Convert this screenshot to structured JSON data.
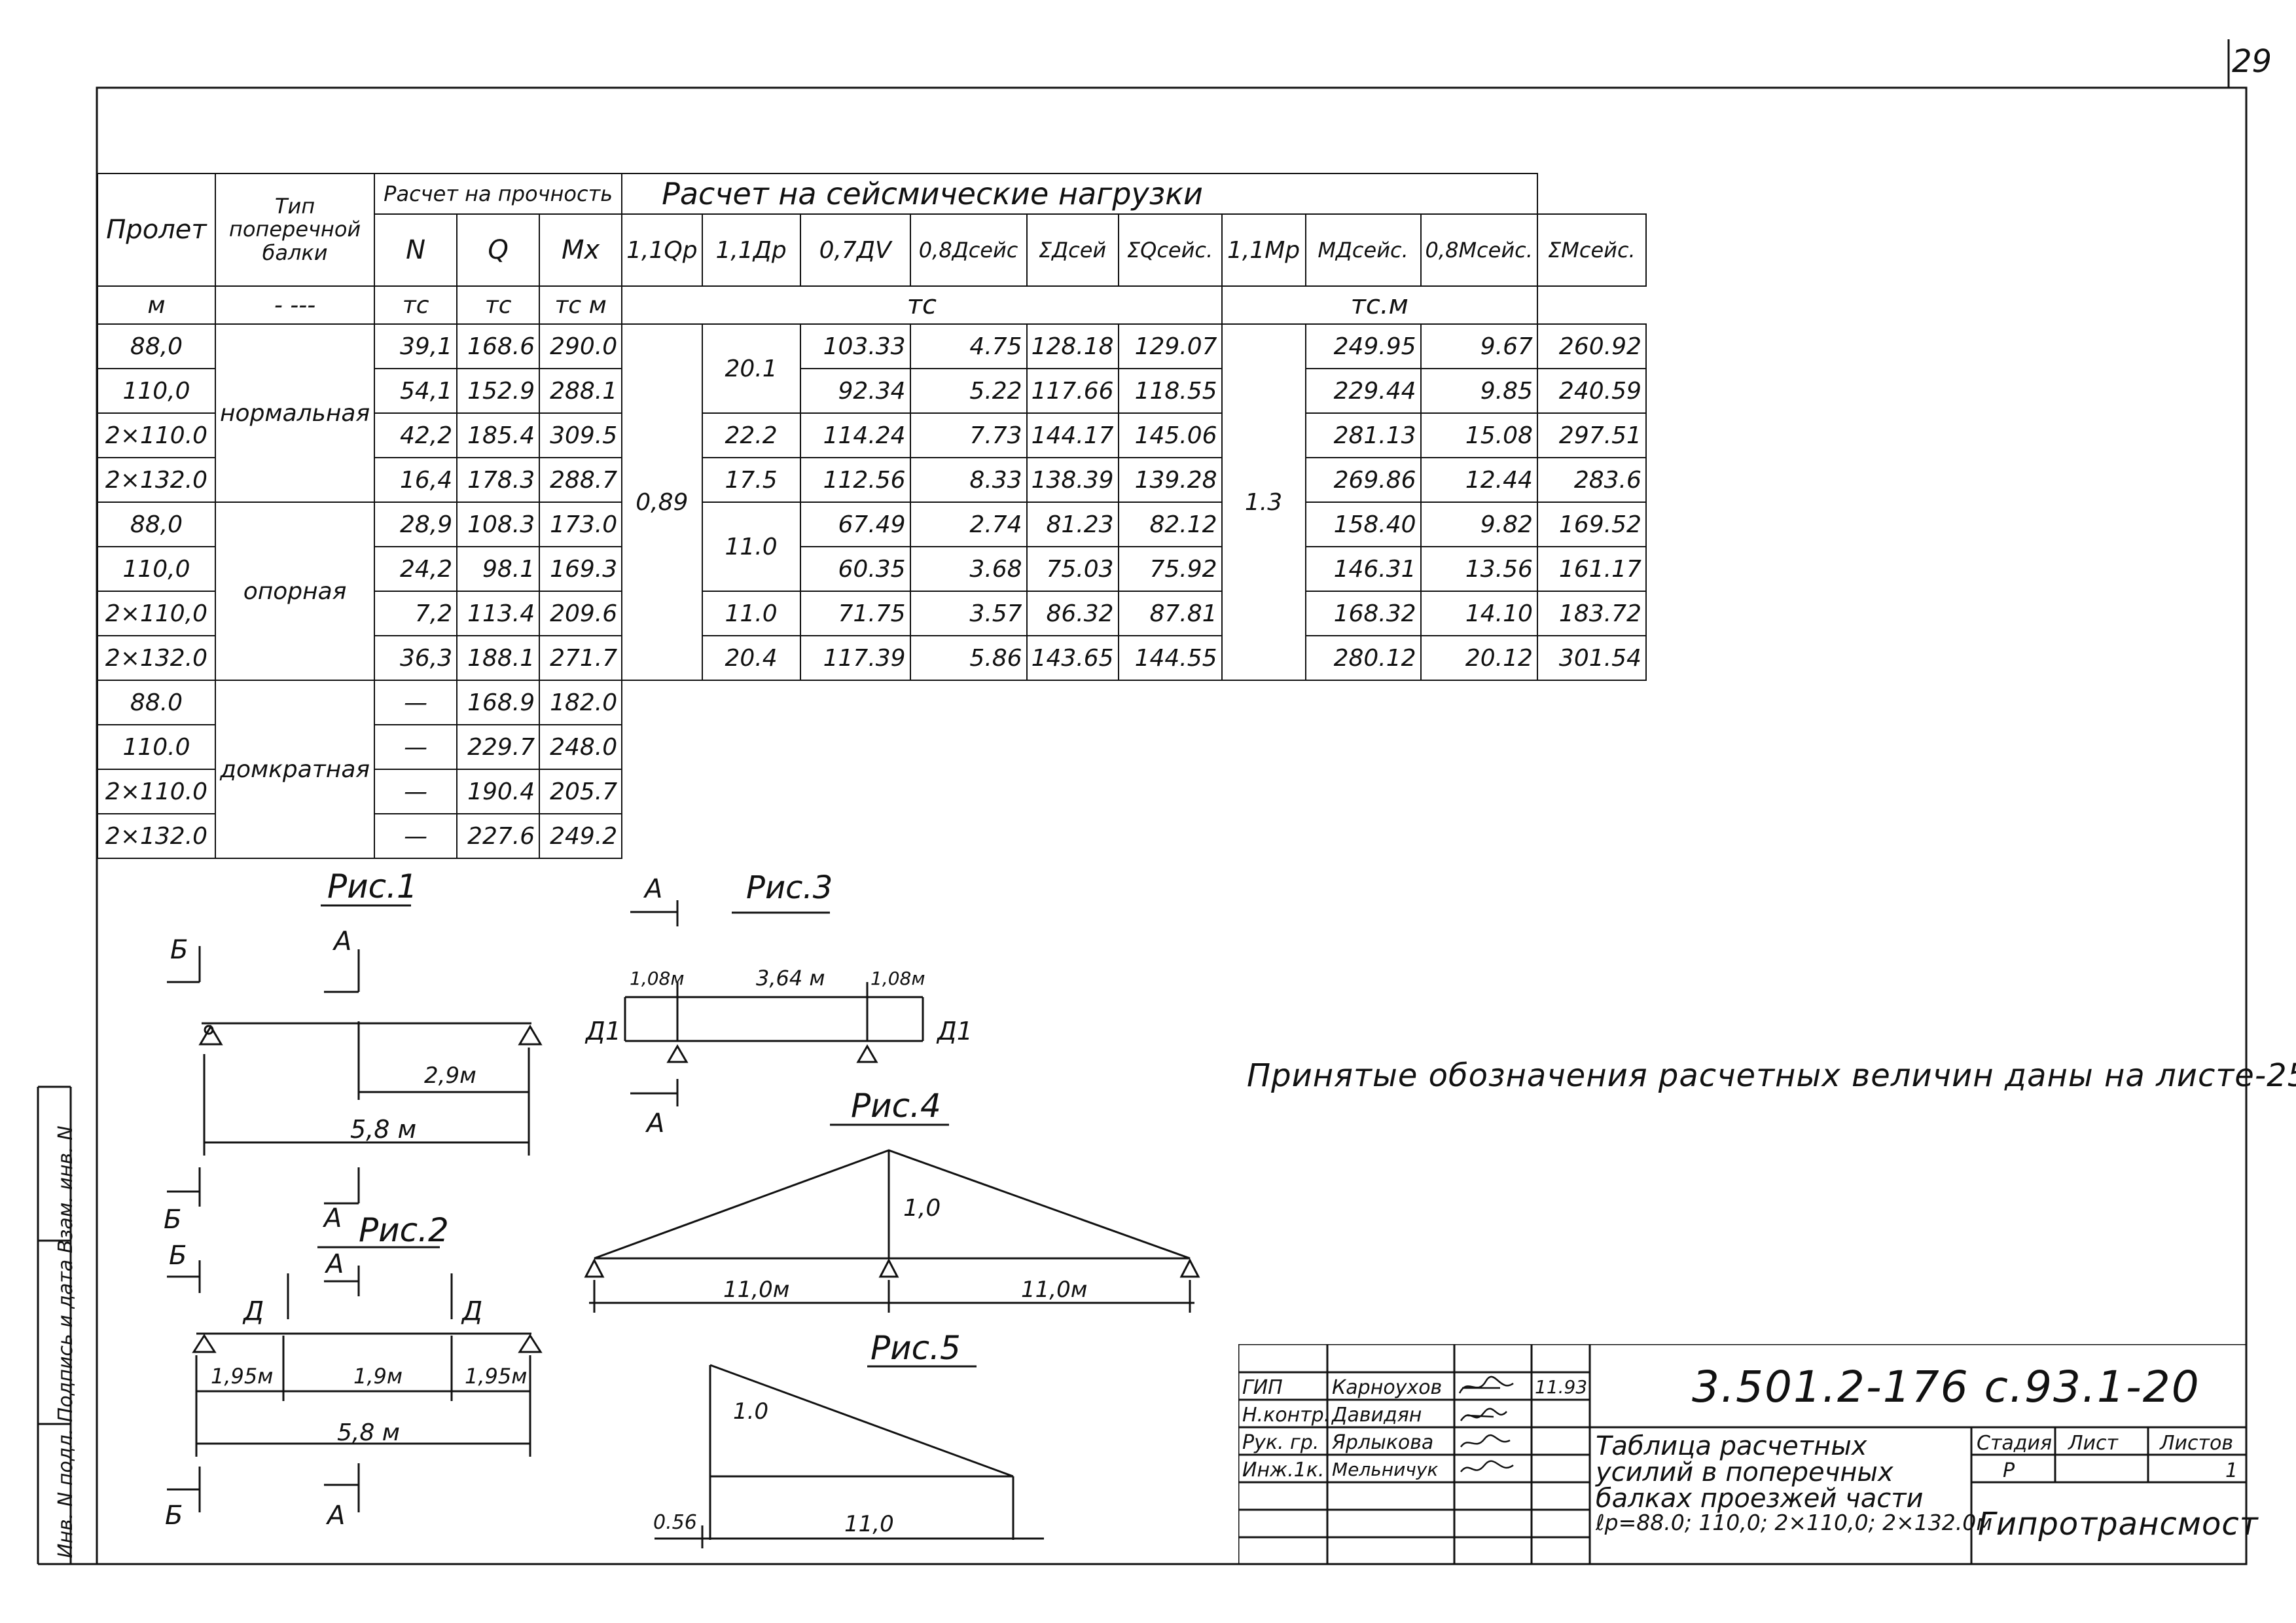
{
  "page_number": "29",
  "table": {
    "header": {
      "span": "Пролет",
      "beam_type": "Тип поперечной балки",
      "strength": "Расчет на прочность",
      "seismic": "Расчет на сейсмические нагрузки",
      "cols": [
        "N",
        "Q",
        "Mx",
        "1,1Qp",
        "1,1Дp",
        "0,7ДV",
        "0,8Дсейс",
        "ΣДсей",
        "ΣQсейс.",
        "1,1Mp",
        "MДсейс.",
        "0,8Mсейс.",
        "ΣMсейс."
      ]
    },
    "units": {
      "span": "м",
      "beam_type": "- ---",
      "N": "тс",
      "Q": "тс",
      "Mx": "тс м",
      "seismic_t": "тс",
      "seismic_tm": "тс.м"
    },
    "groups": {
      "normal": "нормальная",
      "support": "опорная",
      "jack": "домкратная"
    },
    "merged": {
      "q11": "0,89",
      "m11": "1.3",
      "d11": [
        "20.1",
        "22.2",
        "17.5",
        "11.0",
        "11.0",
        "20.4"
      ]
    },
    "rows": [
      {
        "span": "88,0",
        "N": "39,1",
        "Q": "168.6",
        "Mx": "290.0",
        "c07": "103.33",
        "c08": "4.75",
        "sd": "128.18",
        "sq": "129.07",
        "md": "249.95",
        "m08": "9.67",
        "sm": "260.92"
      },
      {
        "span": "110,0",
        "N": "54,1",
        "Q": "152.9",
        "Mx": "288.1",
        "c07": "92.34",
        "c08": "5.22",
        "sd": "117.66",
        "sq": "118.55",
        "md": "229.44",
        "m08": "9.85",
        "sm": "240.59"
      },
      {
        "span": "2×110.0",
        "N": "42,2",
        "Q": "185.4",
        "Mx": "309.5",
        "c07": "114.24",
        "c08": "7.73",
        "sd": "144.17",
        "sq": "145.06",
        "md": "281.13",
        "m08": "15.08",
        "sm": "297.51"
      },
      {
        "span": "2×132.0",
        "N": "16,4",
        "Q": "178.3",
        "Mx": "288.7",
        "c07": "112.56",
        "c08": "8.33",
        "sd": "138.39",
        "sq": "139.28",
        "md": "269.86",
        "m08": "12.44",
        "sm": "283.6"
      },
      {
        "span": "88,0",
        "N": "28,9",
        "Q": "108.3",
        "Mx": "173.0",
        "c07": "67.49",
        "c08": "2.74",
        "sd": "81.23",
        "sq": "82.12",
        "md": "158.40",
        "m08": "9.82",
        "sm": "169.52"
      },
      {
        "span": "110,0",
        "N": "24,2",
        "Q": "98.1",
        "Mx": "169.3",
        "c07": "60.35",
        "c08": "3.68",
        "sd": "75.03",
        "sq": "75.92",
        "md": "146.31",
        "m08": "13.56",
        "sm": "161.17"
      },
      {
        "span": "2×110,0",
        "N": "7,2",
        "Q": "113.4",
        "Mx": "209.6",
        "c07": "71.75",
        "c08": "3.57",
        "sd": "86.32",
        "sq": "87.81",
        "md": "168.32",
        "m08": "14.10",
        "sm": "183.72"
      },
      {
        "span": "2×132.0",
        "N": "36,3",
        "Q": "188.1",
        "Mx": "271.7",
        "c07": "117.39",
        "c08": "5.86",
        "sd": "143.65",
        "sq": "144.55",
        "md": "280.12",
        "m08": "20.12",
        "sm": "301.54"
      },
      {
        "span": "88.0",
        "N": "—",
        "Q": "168.9",
        "Mx": "182.0"
      },
      {
        "span": "110.0",
        "N": "—",
        "Q": "229.7",
        "Mx": "248.0"
      },
      {
        "span": "2×110.0",
        "N": "—",
        "Q": "190.4",
        "Mx": "205.7"
      },
      {
        "span": "2×132.0",
        "N": "—",
        "Q": "227.6",
        "Mx": "249.2"
      }
    ]
  },
  "figures": {
    "fig1": {
      "title": "Рис.1",
      "section_b": "Б",
      "section_a": "А",
      "dim_half": "2,9м",
      "dim_full": "5,8 м"
    },
    "fig2": {
      "title": "Рис.2",
      "section_b": "Б",
      "section_a": "А",
      "load": "Д",
      "dim_left": "1,95м",
      "dim_mid": "1,9м",
      "dim_right": "1,95м",
      "dim_full": "5,8 м"
    },
    "fig3": {
      "title": "Рис.3",
      "section_a": "А",
      "load": "Д1",
      "dim_left": "1,08м",
      "dim_mid": "3,64 м",
      "dim_right": "1,08м"
    },
    "fig4": {
      "title": "Рис.4",
      "peak": "1,0",
      "dim_left": "11,0м",
      "dim_right": "11,0м"
    },
    "fig5": {
      "title": "Рис.5",
      "peak": "1.0",
      "dim_left": "0.56",
      "dim_right": "11,0"
    }
  },
  "note": "Принятые обозначения расчетных величин даны на листе-25",
  "side_stamp": "Инв. N подл.  Подпись и дата  Взам. инв. N",
  "title_block": {
    "doc_number": "3.501.2-176 с.93.1-20",
    "roles": [
      "ГИП",
      "Н.контр.",
      "Рук. гр.",
      "Инж.1к."
    ],
    "names": [
      "Карноухов",
      "Давидян",
      "Ярлыкова",
      "Мельничук"
    ],
    "date": "11.93",
    "title_lines": [
      "Таблица расчетных",
      "усилий в поперечных",
      "балках проезжей части",
      "ℓp=88.0; 110,0; 2×110,0; 2×132.0м"
    ],
    "stage_label": "Стадия",
    "sheet_label": "Лист",
    "sheets_label": "Листов",
    "stage": "Р",
    "sheets": "1",
    "org": "Гипротрансмост"
  }
}
